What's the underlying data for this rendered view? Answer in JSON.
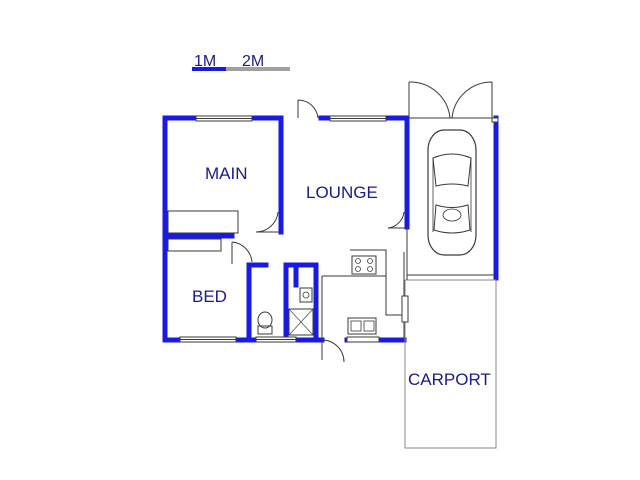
{
  "scale": {
    "label_1": "1M",
    "label_2": "2M"
  },
  "rooms": {
    "main": "MAIN",
    "lounge": "LOUNGE",
    "bed": "BED",
    "carport": "CARPORT"
  },
  "colors": {
    "wall": "#1a1ae6",
    "label": "#1a1a8c",
    "fixture": "#3a3a3a",
    "scale_grey": "#a0a0a0"
  },
  "icons": [
    "car-icon",
    "stove-icon",
    "sink-icon",
    "toilet-icon",
    "shower-icon",
    "basin-icon",
    "door-swing-icon"
  ]
}
